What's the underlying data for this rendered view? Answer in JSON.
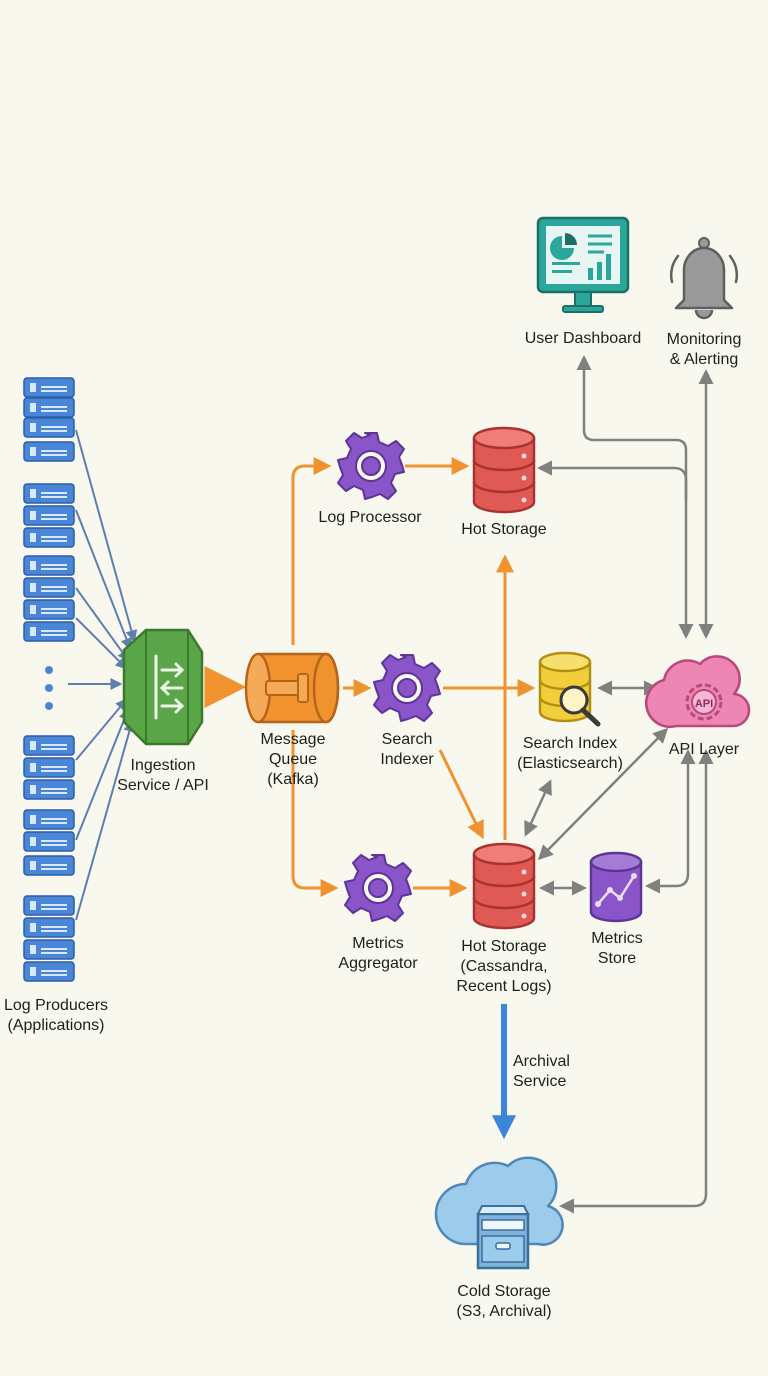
{
  "nodes": {
    "producers": {
      "line1": "Log Producers",
      "line2": "(Applications)",
      "ellipsis": "⋮"
    },
    "ingestion": {
      "line1": "Ingestion",
      "line2": "Service / API"
    },
    "queue": {
      "line1": "Message",
      "line2": "Queue",
      "line3": "(Kafka)"
    },
    "log_processor": {
      "line1": "Log Processor"
    },
    "search_indexer": {
      "line1": "Search",
      "line2": "Indexer"
    },
    "metrics_aggregator": {
      "line1": "Metrics",
      "line2": "Aggregator"
    },
    "hot_storage_top": {
      "line1": "Hot Storage"
    },
    "hot_storage_main": {
      "line1": "Hot Storage",
      "line2": "(Cassandra,",
      "line3": "Recent Logs)"
    },
    "search_index": {
      "line1": "Search Index",
      "line2": "(Elasticsearch)"
    },
    "metrics_store": {
      "line1": "Metrics",
      "line2": "Store"
    },
    "api_layer": {
      "line1": "API Layer",
      "badge": "API"
    },
    "user_dashboard": {
      "line1": "User Dashboard"
    },
    "monitoring": {
      "line1": "Monitoring",
      "line2": "& Alerting"
    },
    "archival": {
      "line1": "Archival",
      "line2": "Service"
    },
    "cold_storage": {
      "line1": "Cold Storage",
      "line2": "(S3, Archival)"
    }
  },
  "colors": {
    "server_blue": "#4a86d8",
    "ingestion_green": "#5aa547",
    "queue_orange": "#f0922e",
    "gear_purple": "#8a55c8",
    "db_red": "#e05a55",
    "index_yellow": "#f2cf3a",
    "api_pink": "#ee86b3",
    "cold_blue": "#9ccbec",
    "dashboard_teal": "#2aa69a",
    "bell_gray": "#9a9a9a",
    "arrow_orange": "#f0922e",
    "arrow_gray": "#808080",
    "arrow_blue": "#5d7fb0",
    "arrow_archival": "#3a86d8"
  }
}
